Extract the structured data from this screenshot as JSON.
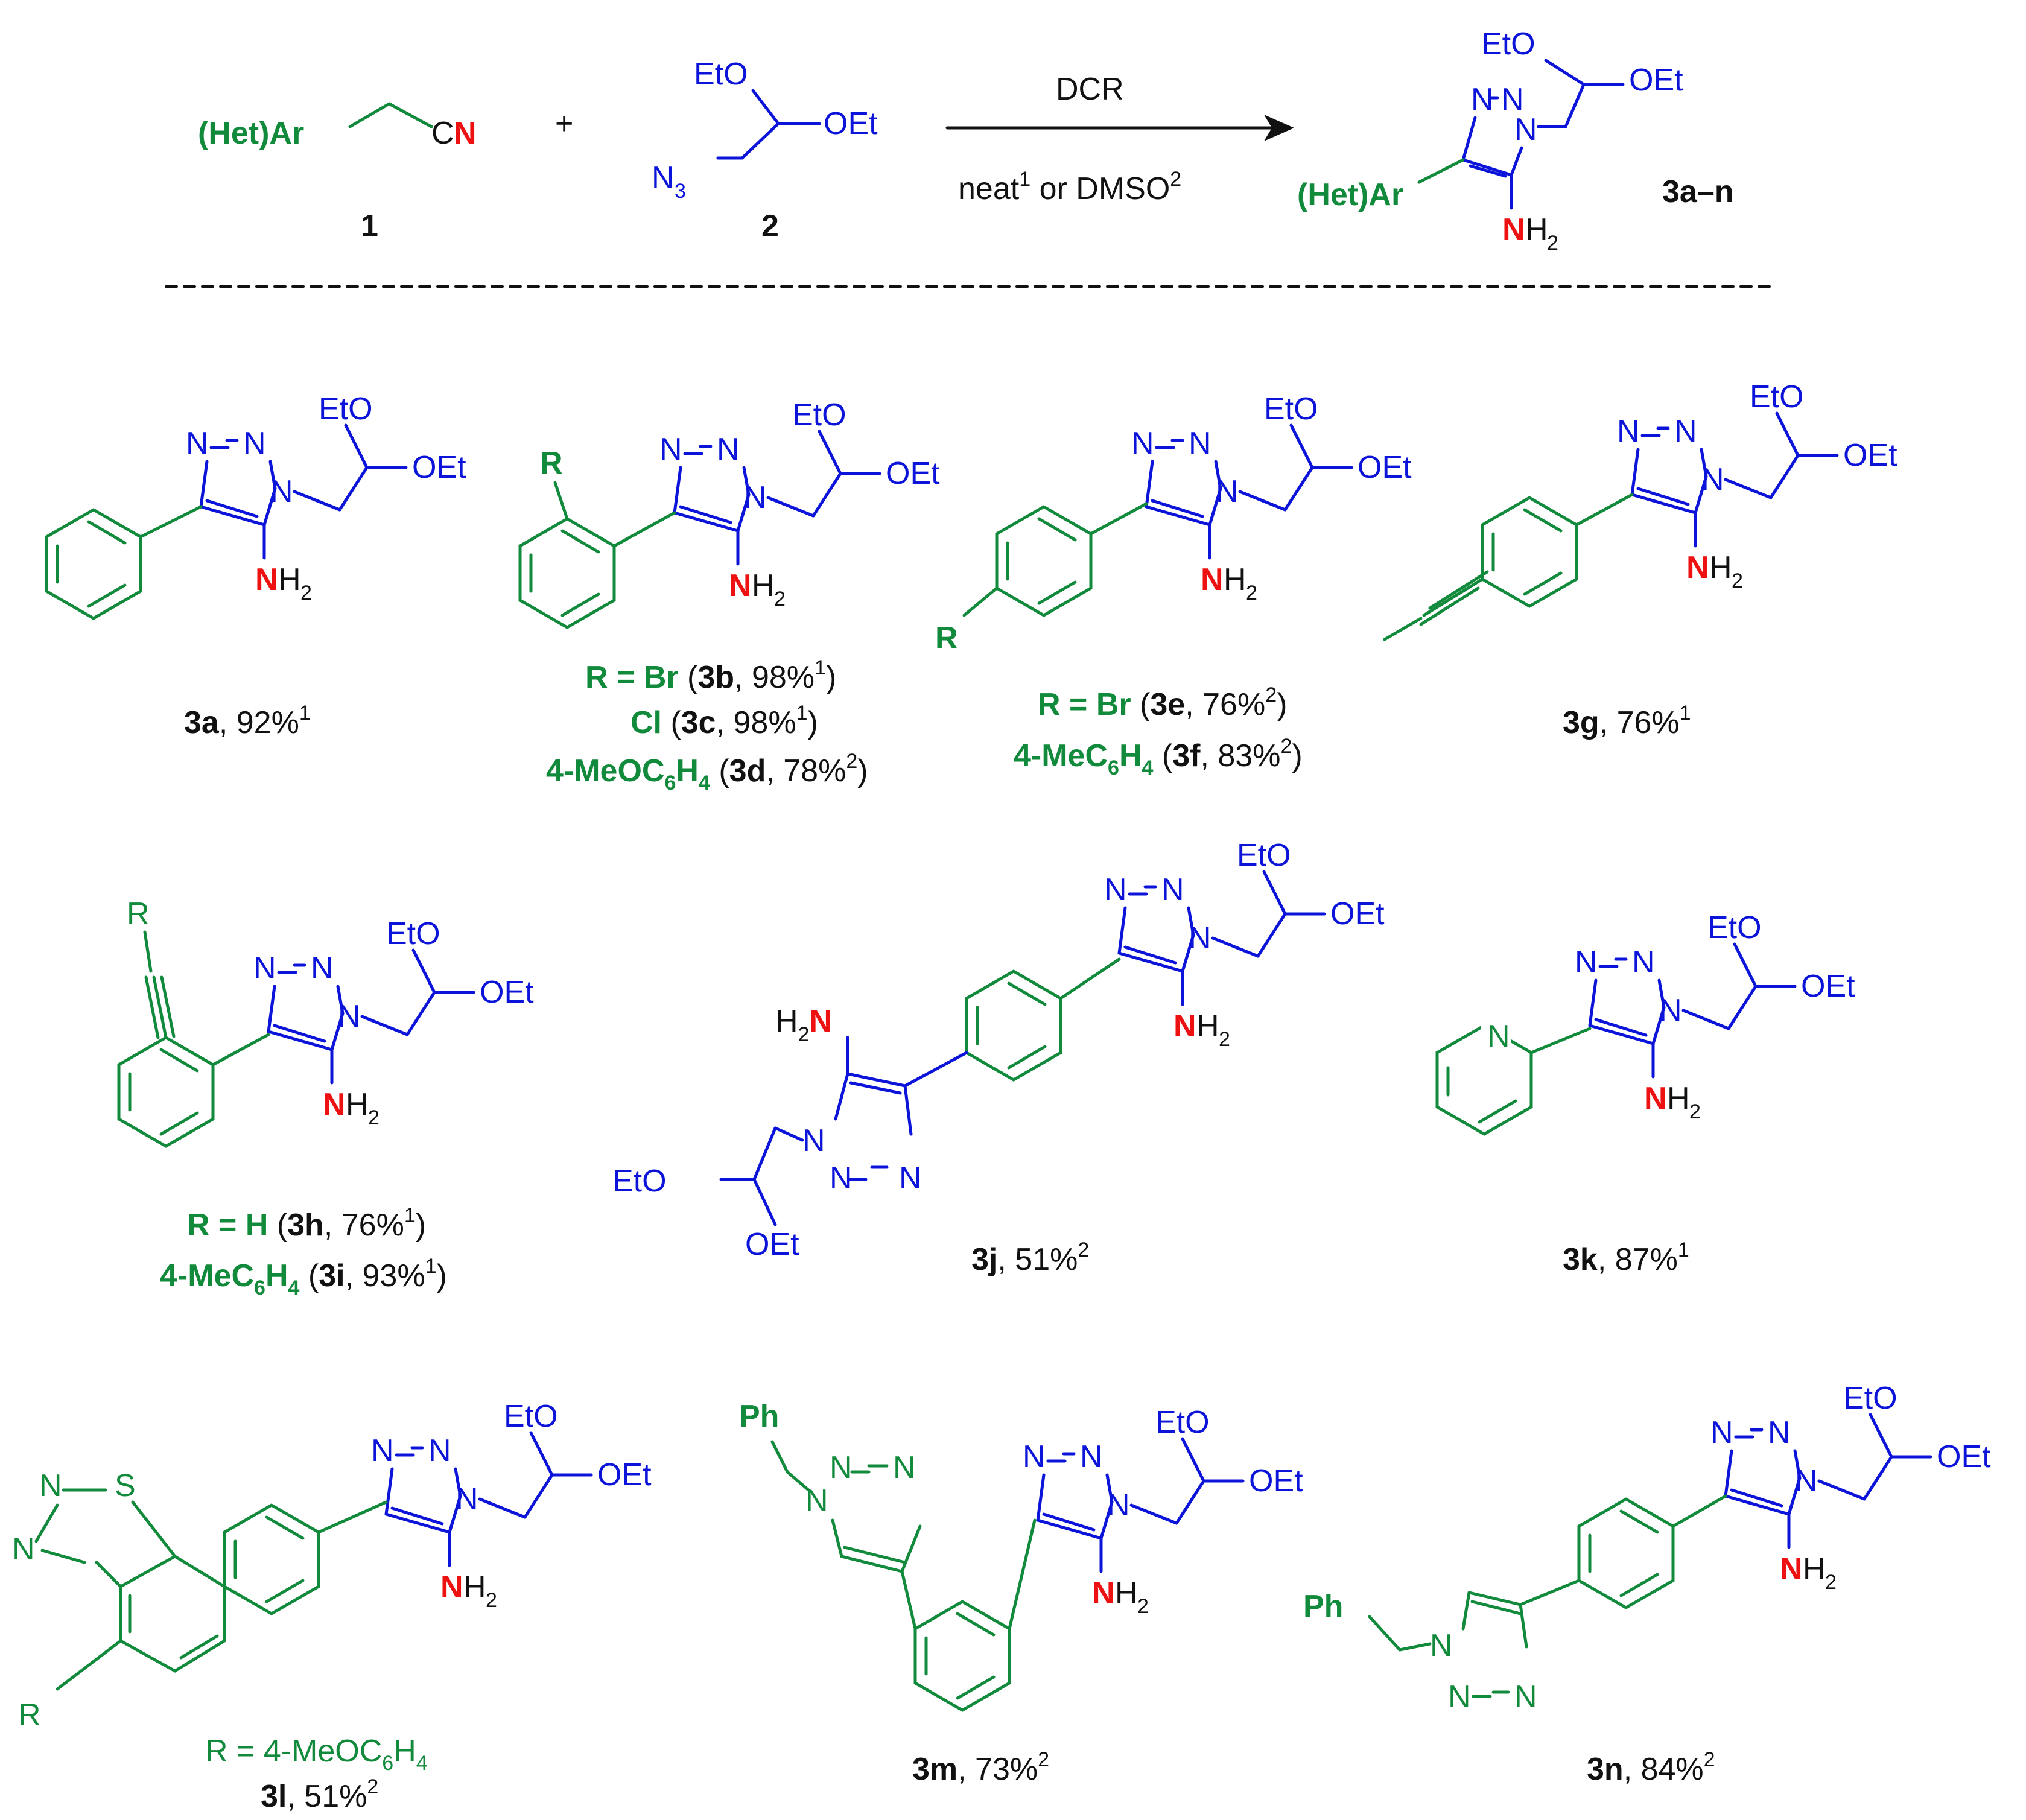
{
  "colors": {
    "aryl": "#118a3c",
    "azide_chain": "#0b14d8",
    "nitrogen": "#ee1111",
    "text": "#111111"
  },
  "header": {
    "het_ar": "(Het)Ar",
    "cn_c": "C",
    "cn_n": "N",
    "plus": "+",
    "eto": "EtO",
    "oet": "OEt",
    "n3": "N",
    "n3_sub": "3",
    "label_1": "1",
    "label_2": "2",
    "arrow_top": "DCR",
    "arrow_bottom_a": "neat",
    "arrow_bottom_sup1": "1",
    "arrow_bottom_b": " or DMSO",
    "arrow_bottom_sup2": "2",
    "product_label": "3a–n",
    "n_ring_left": "N",
    "n_ring_right": "N",
    "n_ring_1": "N",
    "nh2_n": "N",
    "nh2_h": "H",
    "nh2_sub": "2"
  },
  "compounds": {
    "c3a": {
      "label": "3a",
      "yield": ", 92%",
      "sup": "1"
    },
    "c3bd": {
      "r": "R",
      "lines": [
        {
          "pre": "R = Br",
          "mid": " (",
          "cmp": "3b",
          "yield": ", 98%",
          "sup": "1",
          "end": ")"
        },
        {
          "pre": "Cl",
          "mid": " (",
          "cmp": "3c",
          "yield": ", 98%",
          "sup": "1",
          "end": ")"
        },
        {
          "pre": "4-MeOC",
          "sub6": "6",
          "preH": "H",
          "sub4": "4",
          "mid": " (",
          "cmp": "3d",
          "yield": ", 78%",
          "sup": "2",
          "end": ")"
        }
      ]
    },
    "c3ef": {
      "r": "R",
      "lines": [
        {
          "pre": "R = Br",
          "mid": " (",
          "cmp": "3e",
          "yield": ", 76%",
          "sup": "2",
          "end": ")"
        },
        {
          "pre": "4-MeC",
          "sub6": "6",
          "preH": "H",
          "sub4": "4",
          "mid": " (",
          "cmp": "3f",
          "yield": ", 83%",
          "sup": "2",
          "end": ")"
        }
      ]
    },
    "c3g": {
      "label": "3g",
      "yield": ", 76%",
      "sup": "1"
    },
    "c3hi": {
      "r": "R",
      "lines": [
        {
          "pre": "R = H",
          "mid": " (",
          "cmp": "3h",
          "yield": ", 76%",
          "sup": "1",
          "end": ")"
        },
        {
          "pre": "4-MeC",
          "sub6": "6",
          "preH": "H",
          "sub4": "4",
          "mid": " (",
          "cmp": "3i",
          "yield": ", 93%",
          "sup": "1",
          "end": ")"
        }
      ]
    },
    "c3j": {
      "label": "3j",
      "yield": ", 51%",
      "sup": "2",
      "h2n_h": "H",
      "h2n_sub": "2",
      "h2n_n": "N"
    },
    "c3k": {
      "label": "3k",
      "yield": ", 87%",
      "sup": "1",
      "pyr_n": "N"
    },
    "c3l": {
      "label": "3l",
      "yield": ", 51%",
      "sup": "2",
      "r": "R",
      "s": "S",
      "n_a": "N",
      "n_b": "N",
      "r_def_a": "R = 4-MeOC",
      "r_def_sub6": "6",
      "r_def_h": "H",
      "r_def_sub4": "4"
    },
    "c3m": {
      "label": "3m",
      "yield": ", 73%",
      "sup": "2",
      "ph": "Ph"
    },
    "c3n": {
      "label": "3n",
      "yield": ", 84%",
      "sup": "2",
      "ph": "Ph"
    }
  }
}
